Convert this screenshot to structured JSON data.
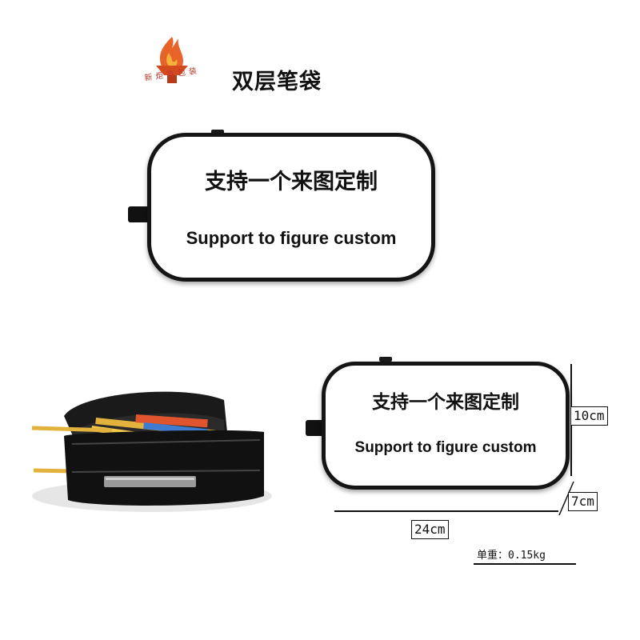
{
  "header": {
    "title": "双层笔袋",
    "logo_text": "新炬鑫包装"
  },
  "product_top": {
    "text_cn": "支持一个来图定制",
    "text_en": "Support to figure custom"
  },
  "product_dimensioned": {
    "text_cn": "支持一个来图定制",
    "text_en": "Support to figure custom",
    "height_label": "10cm",
    "depth_label": "7cm",
    "width_label": "24cm",
    "weight_label": "单重：0.15kg"
  },
  "colors": {
    "pouch_border": "#151515",
    "logo_flame": "#e8632a",
    "logo_text": "#c0392b"
  }
}
